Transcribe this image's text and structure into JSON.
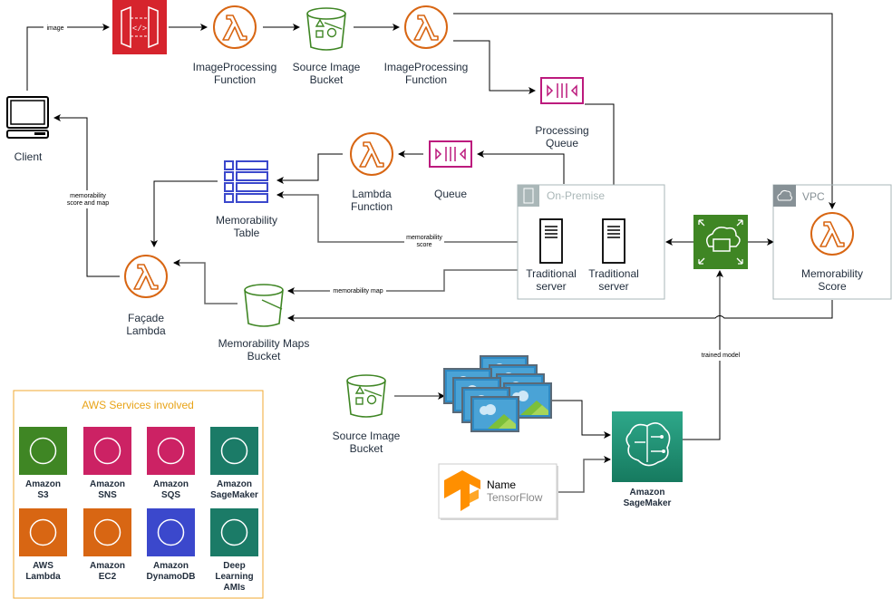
{
  "nodes": {
    "client": {
      "label": "Client"
    },
    "api_gateway": {
      "label": ""
    },
    "image_processing_1": {
      "label_l1": "ImageProcessing",
      "label_l2": "Function"
    },
    "source_bucket_top": {
      "label_l1": "Source Image",
      "label_l2": "Bucket"
    },
    "image_processing_2": {
      "label_l1": "ImageProcessing",
      "label_l2": "Function"
    },
    "processing_queue": {
      "label_l1": "Processing",
      "label_l2": "Queue"
    },
    "queue": {
      "label": "Queue"
    },
    "lambda_function": {
      "label_l1": "Lambda",
      "label_l2": "Function"
    },
    "memorability_table": {
      "label_l1": "Memorability",
      "label_l2": "Table"
    },
    "facade_lambda": {
      "label_l1": "Façade",
      "label_l2": "Lambda"
    },
    "maps_bucket": {
      "label_l1": "Memorability Maps",
      "label_l2": "Bucket"
    },
    "on_premise": {
      "label": "On-Premise"
    },
    "server_1": {
      "label_l1": "Traditional",
      "label_l2": "server"
    },
    "server_2": {
      "label_l1": "Traditional",
      "label_l2": "server"
    },
    "vpc": {
      "label": "VPC"
    },
    "memorability_score": {
      "label_l1": "Memorability",
      "label_l2": "Score"
    },
    "source_bucket_bottom": {
      "label_l1": "Source Image",
      "label_l2": "Bucket"
    },
    "tensorflow": {
      "name": "Name",
      "sub": "TensorFlow"
    },
    "sagemaker": {
      "label_l1": "Amazon",
      "label_l2": "SageMaker"
    }
  },
  "edge_labels": {
    "image": "image",
    "score_and_map_l1": "memorability",
    "score_and_map_l2": "score and map",
    "score_l1": "memorability",
    "score_l2": "score",
    "map": "memorability map",
    "trained_model": "trained model"
  },
  "legend": {
    "title": "AWS Services involved",
    "items": [
      {
        "l1": "Amazon",
        "l2": "S3",
        "l3": "",
        "icon": "s3-bucket-icon",
        "color": "#3f8624"
      },
      {
        "l1": "Amazon",
        "l2": "SNS",
        "l3": "",
        "icon": "sns-icon",
        "color": "#cc2264"
      },
      {
        "l1": "Amazon",
        "l2": "SQS",
        "l3": "",
        "icon": "sqs-icon",
        "color": "#cc2264"
      },
      {
        "l1": "Amazon",
        "l2": "SageMaker",
        "l3": "",
        "icon": "sagemaker-brain-icon",
        "color": "#1b7b67"
      },
      {
        "l1": "AWS",
        "l2": "Lambda",
        "l3": "",
        "icon": "lambda-icon",
        "color": "#d86613"
      },
      {
        "l1": "Amazon",
        "l2": "EC2",
        "l3": "",
        "icon": "ec2-chip-icon",
        "color": "#d86613"
      },
      {
        "l1": "Amazon",
        "l2": "DynamoDB",
        "l3": "",
        "icon": "dynamodb-icon",
        "color": "#3b48cc"
      },
      {
        "l1": "Deep",
        "l2": "Learning",
        "l3": "AMIs",
        "icon": "deep-learning-ami-icon",
        "color": "#1b7b67"
      }
    ]
  },
  "colors": {
    "lambda": "#d86613",
    "s3": "#3f8624",
    "sqs": "#bc1a7d",
    "api_gateway": "#d6242d",
    "dynamodb": "#3b48cc",
    "sagemaker": "#1b7b67",
    "legend_border": "#f0a830",
    "legend_title": "#e8a317",
    "group_border": "#aab7b8"
  }
}
